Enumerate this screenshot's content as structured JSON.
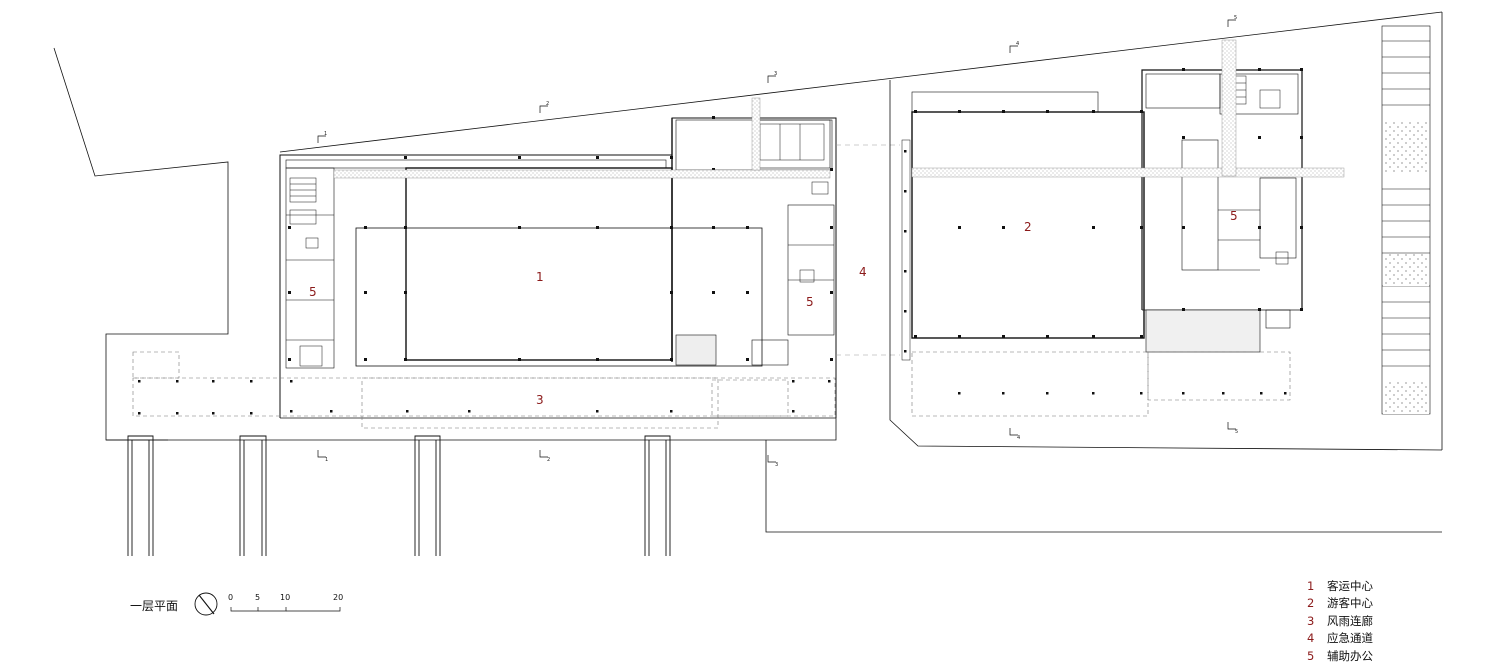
{
  "zones": [
    {
      "num": "1",
      "name": "客运中心"
    },
    {
      "num": "2",
      "name": "游客中心"
    },
    {
      "num": "3",
      "name": "风雨连廊"
    },
    {
      "num": "4",
      "name": "应急通道"
    },
    {
      "num": "5",
      "name": "辅助办公"
    }
  ],
  "plan_labels": {
    "zone1": "1",
    "zone2": "2",
    "zone3": "3",
    "zone4": "4",
    "zone5_left": "5",
    "zone5_mid": "5",
    "zone5_right": "5"
  },
  "section_marks": {
    "top": [
      "1",
      "2",
      "3",
      "4",
      "5"
    ],
    "bottom": [
      "1",
      "2",
      "3",
      "4",
      "5"
    ]
  },
  "title": "一层平面",
  "scale": {
    "ticks": [
      "0",
      "5",
      "10",
      "20"
    ]
  },
  "colors": {
    "line": "#111111",
    "accent": "#8b1a1a",
    "corridor": "#d8d8d8"
  },
  "icons": {
    "north_arrow": "north-arrow-icon"
  }
}
